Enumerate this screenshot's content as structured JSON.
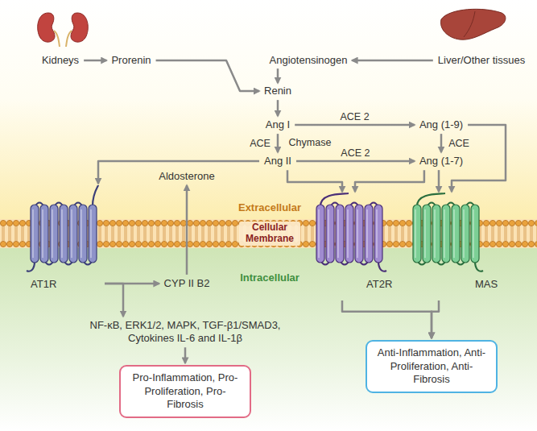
{
  "diagram": {
    "nodes": [
      {
        "text": [
          "Kidneys"
        ]
      },
      {
        "text": [
          "Prorenin"
        ]
      },
      {
        "text": [
          "Angiotensinogen"
        ]
      },
      {
        "text": [
          "Liver/Other tissues"
        ]
      },
      {
        "text": [
          "Renin"
        ]
      },
      {
        "text": [
          "Ang I"
        ]
      },
      {
        "text": [
          "Ang (1-9)"
        ]
      },
      {
        "text": [
          "Ang II"
        ]
      },
      {
        "text": [
          "Ang (1-7)"
        ]
      },
      {
        "text": [
          "Aldosterone"
        ]
      },
      {
        "text": [
          "AT1R"
        ]
      },
      {
        "text": [
          "AT2R"
        ]
      },
      {
        "text": [
          "MAS"
        ]
      },
      {
        "text": [
          "CYP II B2"
        ]
      },
      {
        "text": [
          "NF-κB, ERK1/2, MAPK, TGF-β1/SMAD3, Cytokines IL-6 and IL-1β"
        ]
      },
      {
        "text": [
          "Pro-Inflammation, Pro-Proliferation, Pro-Fibrosis"
        ]
      },
      {
        "text": [
          "Anti-Inflammation, Anti-Proliferation, Anti-Fibrosis"
        ]
      }
    ],
    "edges": [
      {
        "from": 0,
        "to": 1,
        "arrow": "to"
      },
      {
        "from": 1,
        "to": 4,
        "arrow": "to"
      },
      {
        "from": 3,
        "to": 2,
        "arrow": "to"
      },
      {
        "from": 2,
        "to": 4,
        "arrow": "to"
      },
      {
        "from": 4,
        "to": 5,
        "arrow": "to"
      },
      {
        "from": 5,
        "to": 6,
        "label": "ACE 2",
        "arrow": "to"
      },
      {
        "from": 5,
        "to": 7,
        "label": "ACE",
        "arrow": "to"
      },
      {
        "from": 7,
        "to": 8,
        "label": "ACE 2",
        "arrow": "to"
      },
      {
        "from": 6,
        "to": 8,
        "label": "ACE",
        "arrow": "to"
      },
      {
        "from": 7,
        "to": 10,
        "arrow": "to"
      },
      {
        "from": 7,
        "to": 11,
        "arrow": "to"
      },
      {
        "from": 8,
        "to": 11,
        "arrow": "to"
      },
      {
        "from": 8,
        "to": 12,
        "arrow": "to"
      },
      {
        "from": 6,
        "to": 12,
        "arrow": "to"
      },
      {
        "from": 10,
        "to": 13,
        "arrow": "to"
      },
      {
        "from": 10,
        "to": 14,
        "arrow": "to"
      },
      {
        "from": 13,
        "to": 9,
        "arrow": "to"
      },
      {
        "from": 14,
        "to": 15,
        "arrow": "to"
      },
      {
        "from": 11,
        "to": 16,
        "arrow": "to"
      },
      {
        "from": 12,
        "to": 16,
        "arrow": "to"
      }
    ],
    "labels": [
      "Chymase",
      "Extracellular",
      "Cellular Membrane",
      "Intracellular"
    ]
  }
}
